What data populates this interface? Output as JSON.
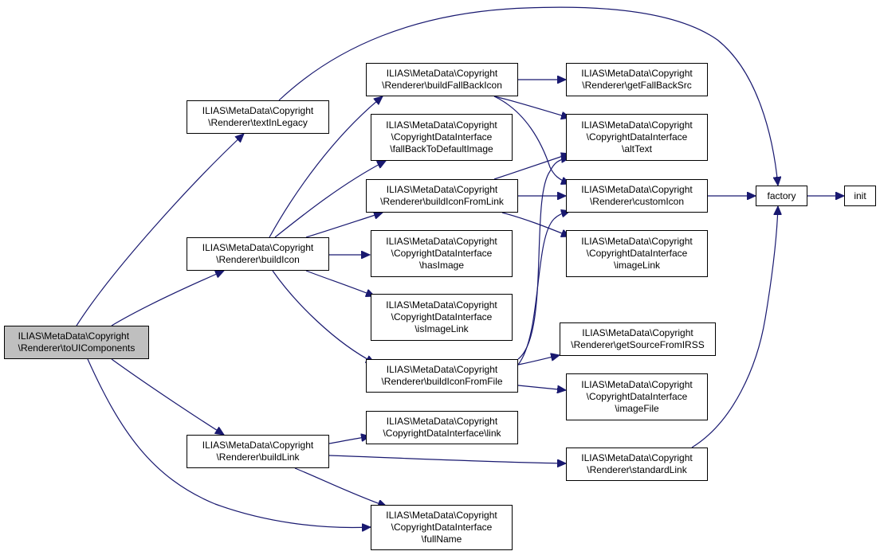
{
  "graph": {
    "colors": {
      "edge": "#191970",
      "node_border": "#000000",
      "node_fill": "#ffffff",
      "root_fill": "#bfbfbf"
    },
    "nodes": {
      "toUIComponents": "ILIAS\\MetaData\\Copyright\n\\Renderer\\toUIComponents",
      "textInLegacy": "ILIAS\\MetaData\\Copyright\n\\Renderer\\textInLegacy",
      "buildIcon": "ILIAS\\MetaData\\Copyright\n\\Renderer\\buildIcon",
      "buildLink": "ILIAS\\MetaData\\Copyright\n\\Renderer\\buildLink",
      "buildFallBackIcon": "ILIAS\\MetaData\\Copyright\n\\Renderer\\buildFallBackIcon",
      "fallBackToDefaultImage": "ILIAS\\MetaData\\Copyright\n\\CopyrightDataInterface\n\\fallBackToDefaultImage",
      "buildIconFromLink": "ILIAS\\MetaData\\Copyright\n\\Renderer\\buildIconFromLink",
      "hasImage": "ILIAS\\MetaData\\Copyright\n\\CopyrightDataInterface\n\\hasImage",
      "isImageLink": "ILIAS\\MetaData\\Copyright\n\\CopyrightDataInterface\n\\isImageLink",
      "buildIconFromFile": "ILIAS\\MetaData\\Copyright\n\\Renderer\\buildIconFromFile",
      "link": "ILIAS\\MetaData\\Copyright\n\\CopyrightDataInterface\\link",
      "fullName": "ILIAS\\MetaData\\Copyright\n\\CopyrightDataInterface\n\\fullName",
      "getFallBackSrc": "ILIAS\\MetaData\\Copyright\n\\Renderer\\getFallBackSrc",
      "altText": "ILIAS\\MetaData\\Copyright\n\\CopyrightDataInterface\n\\altText",
      "customIcon": "ILIAS\\MetaData\\Copyright\n\\Renderer\\customIcon",
      "imageLink": "ILIAS\\MetaData\\Copyright\n\\CopyrightDataInterface\n\\imageLink",
      "getSourceFromIRSS": "ILIAS\\MetaData\\Copyright\n\\Renderer\\getSourceFromIRSS",
      "imageFile": "ILIAS\\MetaData\\Copyright\n\\CopyrightDataInterface\n\\imageFile",
      "standardLink": "ILIAS\\MetaData\\Copyright\n\\Renderer\\standardLink",
      "factory": "factory",
      "init": "init"
    },
    "edges": [
      [
        "toUIComponents",
        "textInLegacy"
      ],
      [
        "toUIComponents",
        "buildIcon"
      ],
      [
        "toUIComponents",
        "buildLink"
      ],
      [
        "toUIComponents",
        "fullName"
      ],
      [
        "textInLegacy",
        "factory"
      ],
      [
        "buildIcon",
        "buildFallBackIcon"
      ],
      [
        "buildIcon",
        "fallBackToDefaultImage"
      ],
      [
        "buildIcon",
        "buildIconFromLink"
      ],
      [
        "buildIcon",
        "hasImage"
      ],
      [
        "buildIcon",
        "isImageLink"
      ],
      [
        "buildIcon",
        "buildIconFromFile"
      ],
      [
        "buildFallBackIcon",
        "getFallBackSrc"
      ],
      [
        "buildFallBackIcon",
        "altText"
      ],
      [
        "buildFallBackIcon",
        "customIcon"
      ],
      [
        "buildIconFromLink",
        "altText"
      ],
      [
        "buildIconFromLink",
        "customIcon"
      ],
      [
        "buildIconFromLink",
        "imageLink"
      ],
      [
        "buildIconFromFile",
        "altText"
      ],
      [
        "buildIconFromFile",
        "customIcon"
      ],
      [
        "buildIconFromFile",
        "getSourceFromIRSS"
      ],
      [
        "buildIconFromFile",
        "imageFile"
      ],
      [
        "buildLink",
        "link"
      ],
      [
        "buildLink",
        "standardLink"
      ],
      [
        "buildLink",
        "fullName"
      ],
      [
        "customIcon",
        "factory"
      ],
      [
        "standardLink",
        "factory"
      ],
      [
        "factory",
        "init"
      ]
    ]
  }
}
